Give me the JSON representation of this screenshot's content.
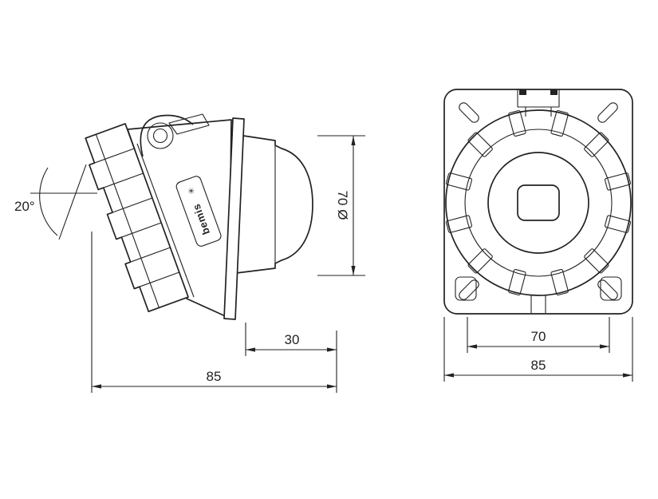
{
  "colors": {
    "background": "#ffffff",
    "line": "#222222"
  },
  "side_view": {
    "angle_label": "20°",
    "diameter_label": "70 Ø",
    "dim_30_label": "30",
    "dim_85_label": "85",
    "brand": {
      "name": "bemis",
      "logo_glyph": "✳"
    }
  },
  "front_view": {
    "dim_70_label": "70",
    "dim_85_label": "85"
  }
}
